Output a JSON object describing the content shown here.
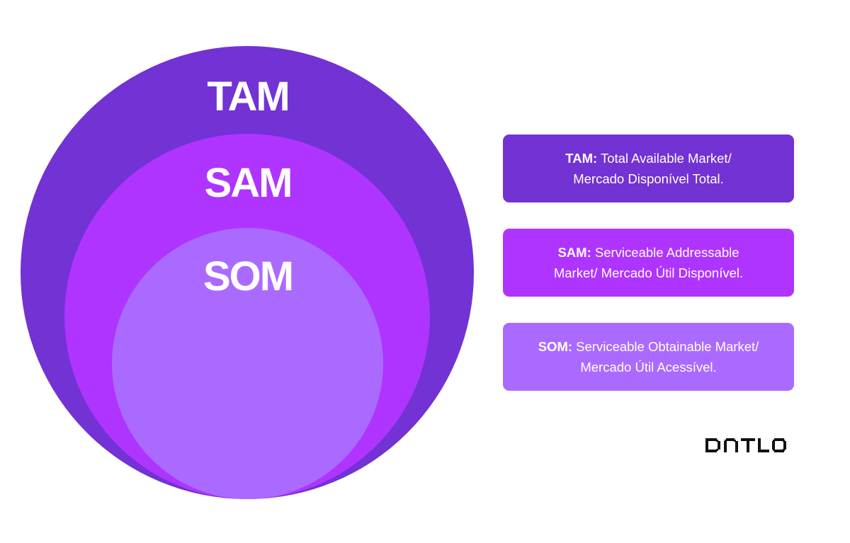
{
  "colors": {
    "tam": "#7232d4",
    "sam": "#af34ff",
    "som": "#ab6aff",
    "logo": "#111111"
  },
  "circles": [
    {
      "id": "tam",
      "label": "TAM"
    },
    {
      "id": "sam",
      "label": "SAM"
    },
    {
      "id": "som",
      "label": "SOM"
    }
  ],
  "definitions": [
    {
      "term": "TAM:",
      "line1": " Total Available Market/",
      "line2": "Mercado Disponível Total."
    },
    {
      "term": "SAM:",
      "line1": " Serviceable Addressable",
      "line2": "Market/ Mercado Útil Disponível."
    },
    {
      "term": "SOM:",
      "line1": " Serviceable Obtainable Market/",
      "line2": "Mercado Útil Acessível."
    }
  ],
  "logo": {
    "text": "DATLO"
  }
}
